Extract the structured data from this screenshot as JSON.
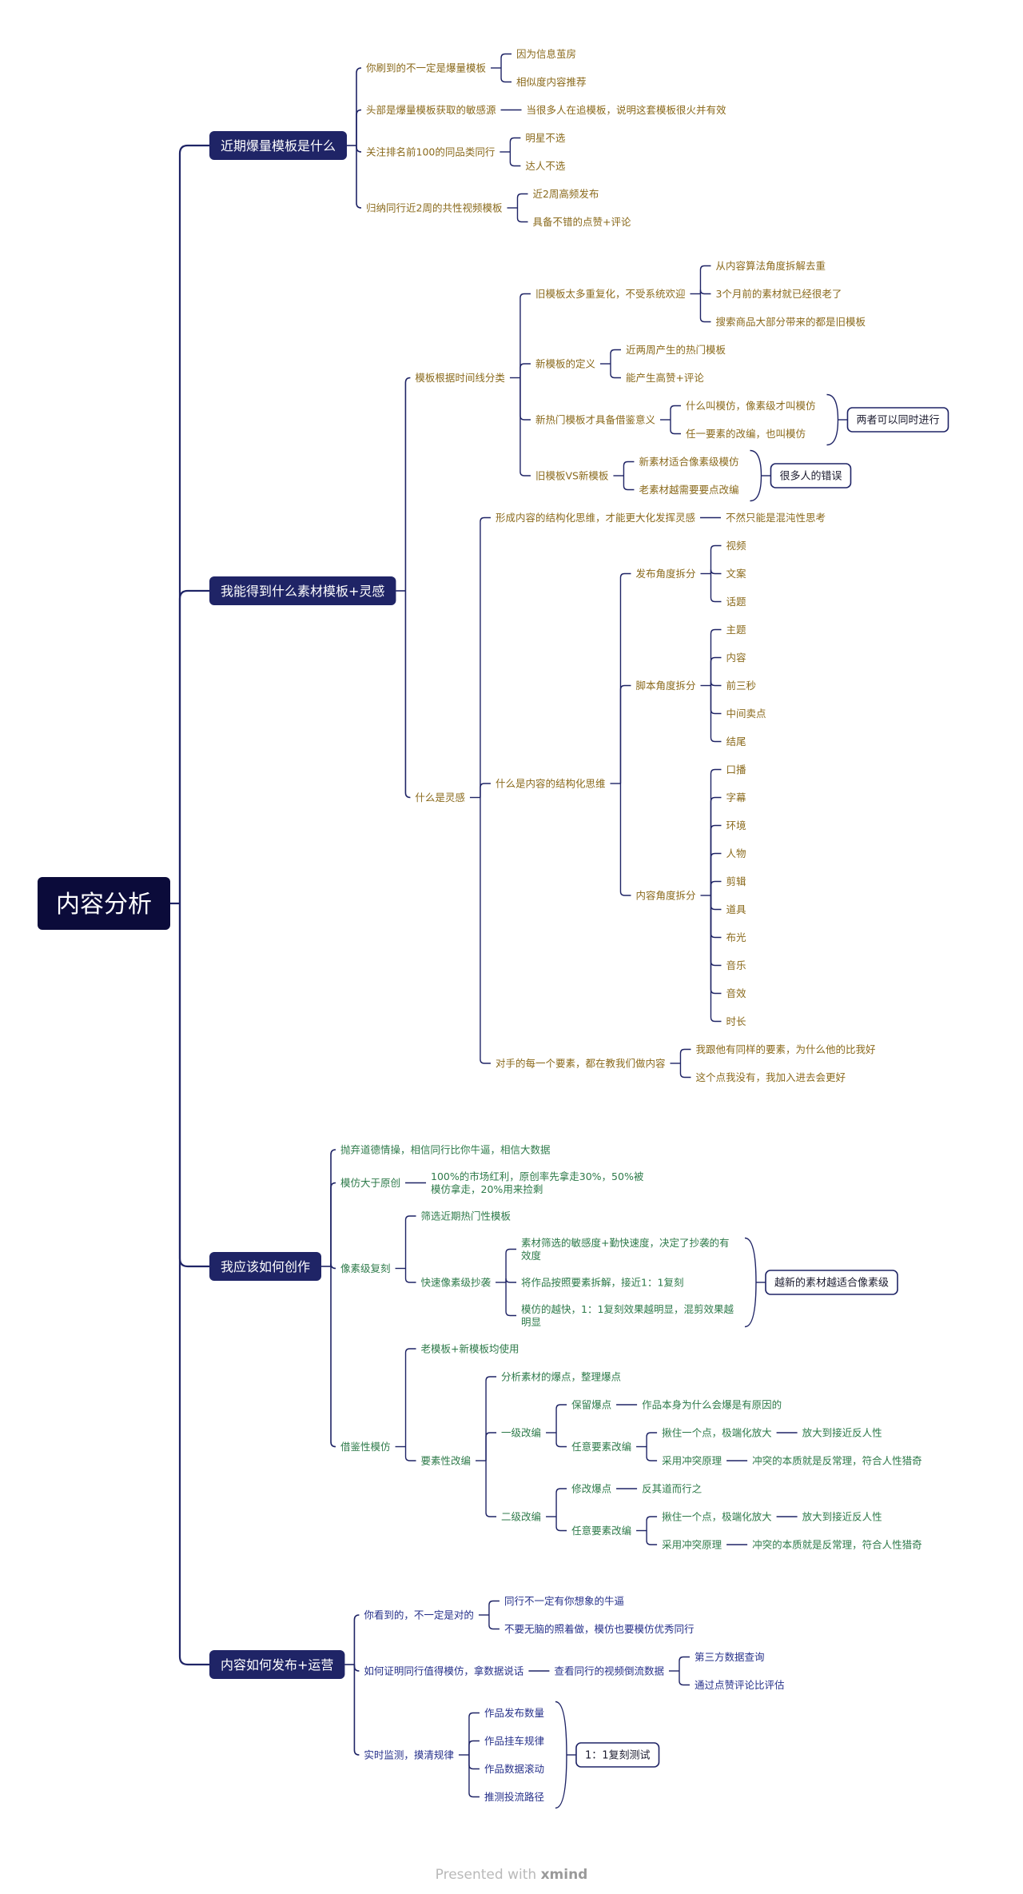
{
  "colors": {
    "root_fill": "#0b0b3a",
    "branch_fill": "#1f2466",
    "line": "#1f2466",
    "brown": "#8a6a1c",
    "green": "#2e7a4a",
    "navy": "#26308a",
    "callout_border": "#1f2466"
  },
  "root": "内容分析",
  "branches": [
    {
      "label": "近期爆量模板是什么",
      "children": [
        {
          "label": "你刷到的不一定是爆量模板",
          "children": [
            {
              "label": "因为信息茧房"
            },
            {
              "label": "相似度内容推荐"
            }
          ]
        },
        {
          "label": "头部是爆量模板获取的敏感源",
          "children": [
            {
              "label": "当很多人在追模板，说明这套模板很火并有效"
            }
          ]
        },
        {
          "label": "关注排名前100的同品类同行",
          "children": [
            {
              "label": "明星不选"
            },
            {
              "label": "达人不选"
            }
          ]
        },
        {
          "label": "归纳同行近2周的共性视频模板",
          "children": [
            {
              "label": "近2周高频发布"
            },
            {
              "label": "具备不错的点赞+评论"
            }
          ]
        }
      ]
    },
    {
      "label": "我能得到什么素材模板+灵感",
      "children": [
        {
          "label": "模板根据时间线分类",
          "children": [
            {
              "label": "旧模板太多重复化，不受系统欢迎",
              "children": [
                {
                  "label": "从内容算法角度拆解去重"
                },
                {
                  "label": "3个月前的素材就已经很老了"
                },
                {
                  "label": "搜索商品大部分带来的都是旧模板"
                }
              ]
            },
            {
              "label": "新模板的定义",
              "children": [
                {
                  "label": "近两周产生的热门模板"
                },
                {
                  "label": "能产生高赞+评论"
                }
              ]
            },
            {
              "label": "新热门模板才具备借鉴意义",
              "children": [
                {
                  "label": "什么叫模仿，像素级才叫模仿"
                },
                {
                  "label": "任一要素的改编，也叫模仿"
                }
              ],
              "summary": "两者可以同时进行"
            },
            {
              "label": "旧模板VS新模板",
              "children": [
                {
                  "label": "新素材适合像素级模仿"
                },
                {
                  "label": "老素材越需要要点改编"
                }
              ],
              "summary": "很多人的错误"
            }
          ]
        },
        {
          "label": "什么是灵感",
          "children": [
            {
              "label": "形成内容的结构化思维，才能更大化发挥灵感",
              "children": [
                {
                  "label": "不然只能是混沌性思考"
                }
              ]
            },
            {
              "label": "什么是内容的结构化思维",
              "children": [
                {
                  "label": "发布角度拆分",
                  "children": [
                    {
                      "label": "视频"
                    },
                    {
                      "label": "文案"
                    },
                    {
                      "label": "话题"
                    }
                  ]
                },
                {
                  "label": "脚本角度拆分",
                  "children": [
                    {
                      "label": "主题"
                    },
                    {
                      "label": "内容"
                    },
                    {
                      "label": "前三秒"
                    },
                    {
                      "label": "中间卖点"
                    },
                    {
                      "label": "结尾"
                    }
                  ]
                },
                {
                  "label": "内容角度拆分",
                  "children": [
                    {
                      "label": "口播"
                    },
                    {
                      "label": "字幕"
                    },
                    {
                      "label": "环境"
                    },
                    {
                      "label": "人物"
                    },
                    {
                      "label": "剪辑"
                    },
                    {
                      "label": "道具"
                    },
                    {
                      "label": "布光"
                    },
                    {
                      "label": "音乐"
                    },
                    {
                      "label": "音效"
                    },
                    {
                      "label": "时长"
                    }
                  ]
                }
              ]
            },
            {
              "label": "对手的每一个要素，都在教我们做内容",
              "children": [
                {
                  "label": "我跟他有同样的要素，为什么他的比我好"
                },
                {
                  "label": "这个点我没有，我加入进去会更好"
                }
              ]
            }
          ]
        }
      ]
    },
    {
      "label": "我应该如何创作",
      "children": [
        {
          "label": "抛弃道德情操，相信同行比你牛逼，相信大数据"
        },
        {
          "label": "模仿大于原创",
          "children": [
            {
              "label": "100%的市场红利，原创率先拿走30%，50%被\n模仿拿走，20%用来捡剩"
            }
          ]
        },
        {
          "label": "像素级复刻",
          "children": [
            {
              "label": "筛选近期热门性模板"
            },
            {
              "label": "快速像素级抄袭",
              "children": [
                {
                  "label": "素材筛选的敏感度+勤快速度，决定了抄袭的有\n效度"
                },
                {
                  "label": "将作品按照要素拆解，接近1：1复刻"
                },
                {
                  "label": "模仿的越快，1：1复刻效果越明显，混剪效果越\n明显"
                }
              ],
              "summary": "越新的素材越适合像素级"
            }
          ]
        },
        {
          "label": "借鉴性模仿",
          "children": [
            {
              "label": "老模板+新模板均使用"
            },
            {
              "label": "要素性改编",
              "children": [
                {
                  "label": "分析素材的爆点，整理爆点"
                },
                {
                  "label": "一级改编",
                  "children": [
                    {
                      "label": "保留爆点",
                      "children": [
                        {
                          "label": "作品本身为什么会爆是有原因的"
                        }
                      ]
                    },
                    {
                      "label": "任意要素改编",
                      "children": [
                        {
                          "label": "揪住一个点，极端化放大",
                          "children": [
                            {
                              "label": "放大到接近反人性"
                            }
                          ]
                        },
                        {
                          "label": "采用冲突原理",
                          "children": [
                            {
                              "label": "冲突的本质就是反常理，符合人性猎奇"
                            }
                          ]
                        }
                      ]
                    }
                  ]
                },
                {
                  "label": "二级改编",
                  "children": [
                    {
                      "label": "修改爆点",
                      "children": [
                        {
                          "label": "反其道而行之"
                        }
                      ]
                    },
                    {
                      "label": "任意要素改编",
                      "children": [
                        {
                          "label": "揪住一个点，极端化放大",
                          "children": [
                            {
                              "label": "放大到接近反人性"
                            }
                          ]
                        },
                        {
                          "label": "采用冲突原理",
                          "children": [
                            {
                              "label": "冲突的本质就是反常理，符合人性猎奇"
                            }
                          ]
                        }
                      ]
                    }
                  ]
                }
              ]
            }
          ]
        }
      ]
    },
    {
      "label": "内容如何发布+运营",
      "children": [
        {
          "label": "你看到的，不一定是对的",
          "children": [
            {
              "label": "同行不一定有你想象的牛逼"
            },
            {
              "label": "不要无脑的照着做，模仿也要模仿优秀同行"
            }
          ]
        },
        {
          "label": "如何证明同行值得模仿，拿数据说话",
          "children": [
            {
              "label": "查看同行的视频倒流数据",
              "children": [
                {
                  "label": "第三方数据查询"
                },
                {
                  "label": "通过点赞评论比评估"
                }
              ]
            }
          ]
        },
        {
          "label": "实时监测，摸清规律",
          "children": [
            {
              "label": "作品发布数量"
            },
            {
              "label": "作品挂车规律"
            },
            {
              "label": "作品数据滚动"
            },
            {
              "label": "推测投流路径"
            }
          ],
          "summary": "1：1复刻测试"
        }
      ]
    }
  ],
  "watermark": {
    "prefix": "Presented with",
    "brand": "xmind"
  }
}
